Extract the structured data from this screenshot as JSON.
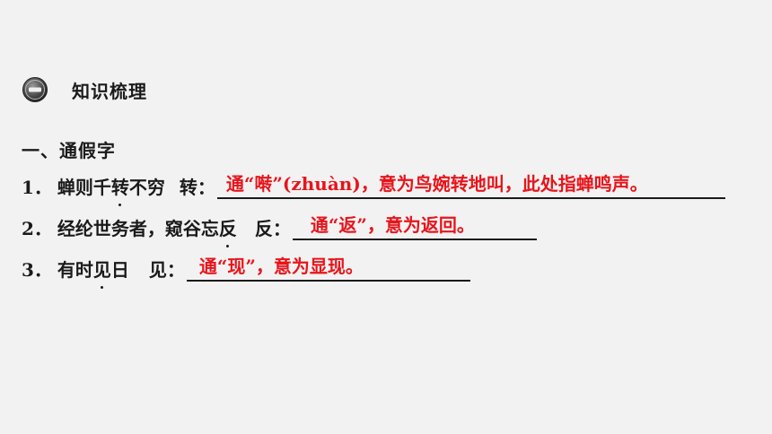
{
  "header": {
    "icon": "circle-minus-icon",
    "title": "知识梳理"
  },
  "section": {
    "title": "一、通假字"
  },
  "items": [
    {
      "num": "1．",
      "pre": "蝉则千",
      "dotted": "转",
      "post": "不穷",
      "key": "转：",
      "answer": "通“啭”(zhuàn)，意为鸟婉转地叫，此处指蝉鸣声。"
    },
    {
      "num": "2．",
      "pre": "经纶世务者，窥谷忘",
      "dotted": "反",
      "post": "",
      "key": "反：",
      "answer": "通“返”，意为返回。"
    },
    {
      "num": "3．",
      "pre": "有时",
      "dotted": "见",
      "post": "日",
      "key": "见：",
      "answer": "通“现”，意为显现。"
    }
  ],
  "colors": {
    "answer": "#e8141b",
    "background": "#f2f2f2",
    "text": "#1a1a1a"
  }
}
